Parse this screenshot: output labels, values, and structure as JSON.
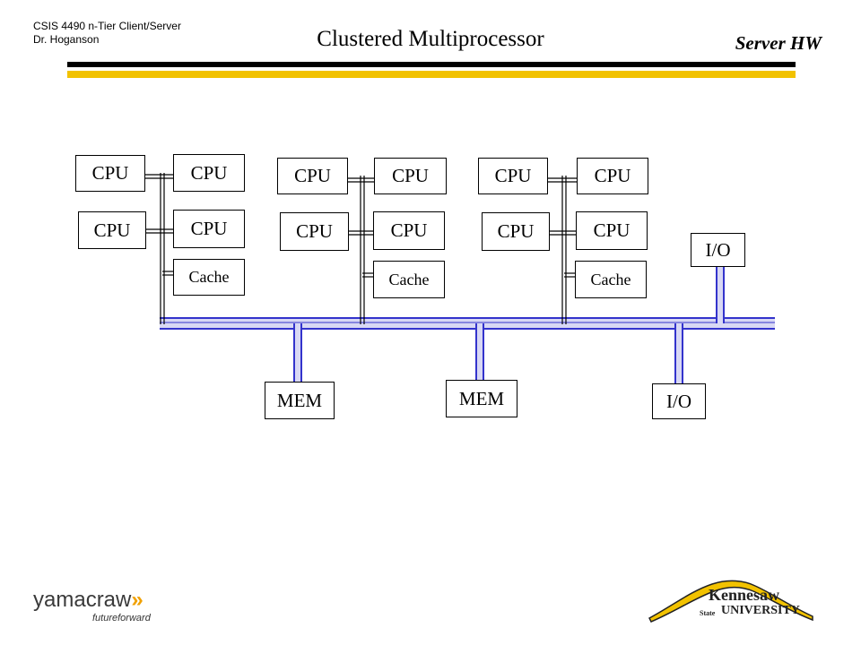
{
  "header": {
    "course": "CSIS 4490 n-Tier Client/Server",
    "author": "Dr. Hoganson",
    "title": "Clustered Multiprocessor",
    "section": "Server HW"
  },
  "clusters": [
    {
      "cpus": [
        "CPU",
        "CPU",
        "CPU",
        "CPU"
      ],
      "cache": "Cache"
    },
    {
      "cpus": [
        "CPU",
        "CPU",
        "CPU",
        "CPU"
      ],
      "cache": "Cache"
    },
    {
      "cpus": [
        "CPU",
        "CPU",
        "CPU",
        "CPU"
      ],
      "cache": "Cache"
    }
  ],
  "bus_devices": {
    "mem1": "MEM",
    "mem2": "MEM",
    "io_bottom": "I/O",
    "io_top": "I/O"
  },
  "logos": {
    "left_word": "yamacraw",
    "left_chevrons": "»",
    "left_tagline": "futureforward",
    "right_line1": "Kennesaw",
    "right_state": "State",
    "right_line2": "UNIVERSITY"
  },
  "colors": {
    "bus": "#3333cc",
    "gold": "#f2c200"
  }
}
